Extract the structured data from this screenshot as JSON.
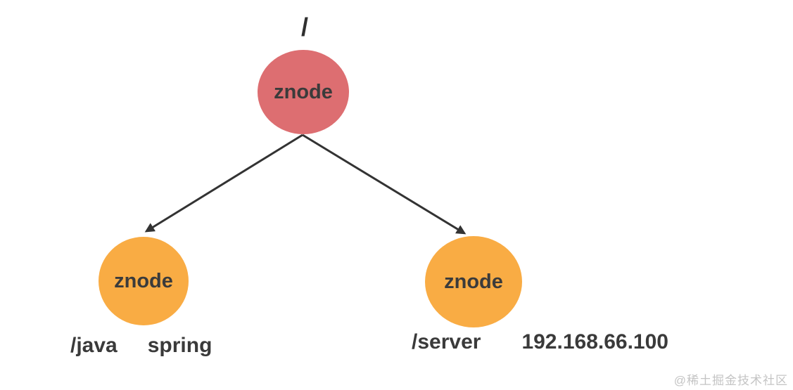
{
  "diagram": {
    "title_hint": "zookeeper-znode-tree",
    "root": {
      "path_label": "/",
      "node_label": "znode"
    },
    "children": [
      {
        "node_label": "znode",
        "key": "/java",
        "value": "spring"
      },
      {
        "node_label": "znode",
        "key": "/server",
        "value": "192.168.66.100"
      }
    ],
    "colors": {
      "root_fill": "#DD6E71",
      "child_fill": "#F9AC44",
      "arrow": "#333333",
      "label_text": "#3a3a3a"
    }
  },
  "watermark": {
    "text": "@稀土掘金技术社区",
    "color": "#c4c4c4"
  }
}
